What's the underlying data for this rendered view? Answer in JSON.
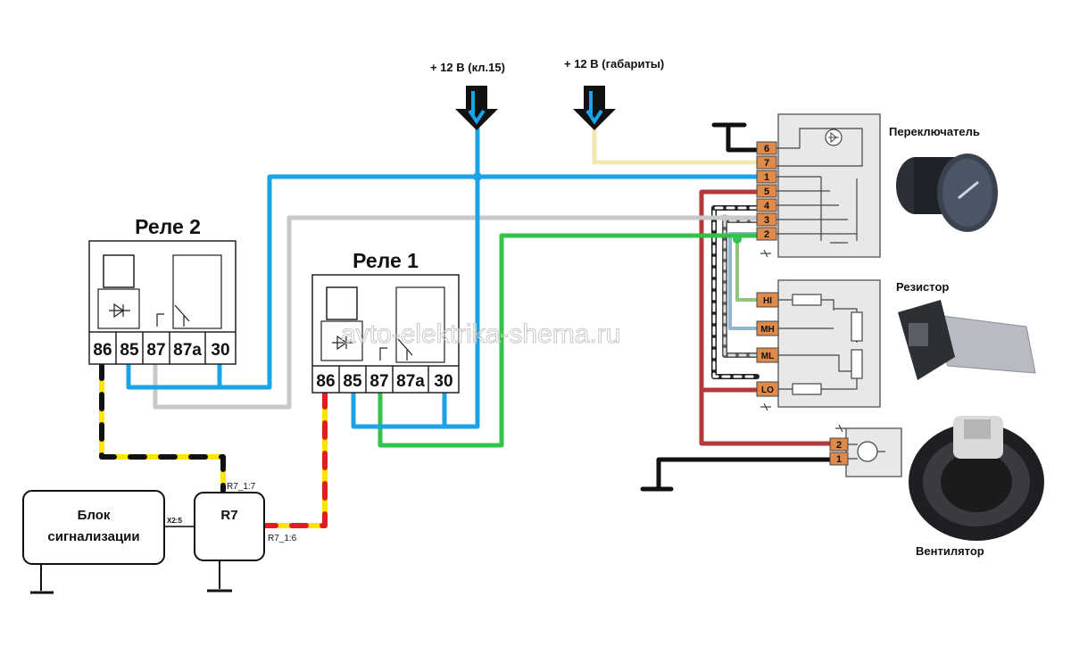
{
  "colors": {
    "blue": "#1aa3e6",
    "gray": "#c8c8c8",
    "green": "#35c24a",
    "beige": "#f5e6b0",
    "dark_red": "#b23a3a",
    "black": "#111111",
    "yellow": "#ffe600",
    "red": "#e02020"
  },
  "power": {
    "ignition": "+ 12 В (кл.15)",
    "lights": "+ 12 В (габариты)"
  },
  "relay2": {
    "title": "Реле 2",
    "pins": [
      "86",
      "85",
      "87",
      "87a",
      "30"
    ]
  },
  "relay1": {
    "title": "Реле 1",
    "pins": [
      "86",
      "85",
      "87",
      "87a",
      "30"
    ]
  },
  "switch": {
    "label": "Переключатель",
    "pins": [
      "6",
      "7",
      "1",
      "5",
      "4",
      "3",
      "2"
    ]
  },
  "resistor": {
    "label": "Резистор",
    "pins": [
      "HI",
      "MH",
      "ML",
      "LO"
    ]
  },
  "fan": {
    "label": "Вентилятор",
    "pins": [
      "2",
      "1"
    ]
  },
  "alarm": {
    "line1": "Блок",
    "line2": "сигнализации",
    "connector": "X2:5"
  },
  "r7": {
    "label": "R7",
    "pin7": "R7_1:7",
    "pin6": "R7_1:6"
  },
  "watermark": "avto-elektrika-shema.ru"
}
